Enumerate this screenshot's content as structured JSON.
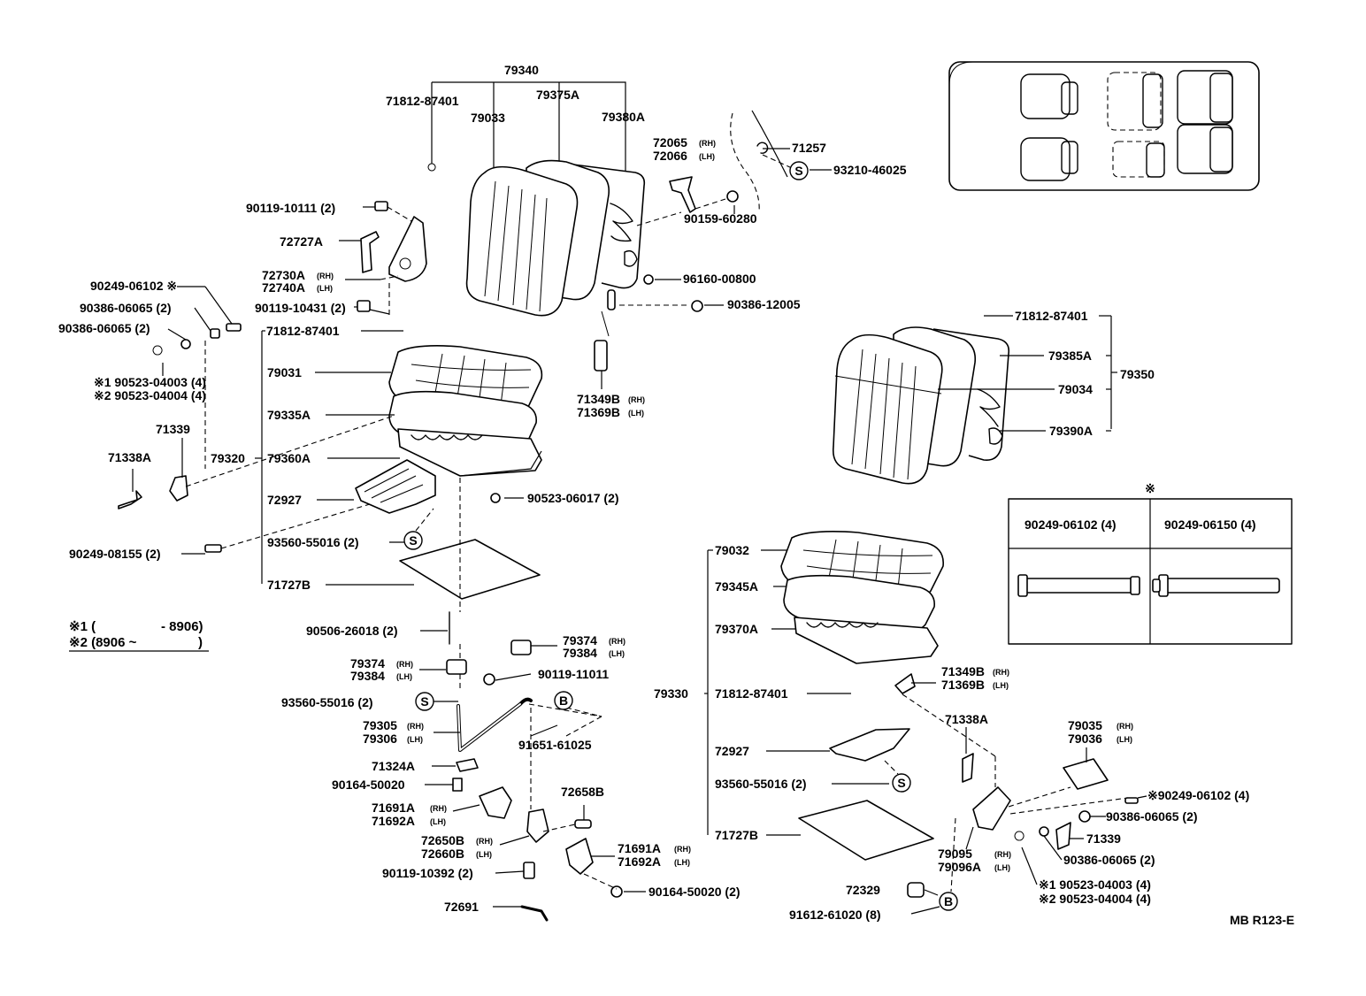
{
  "sheet_code": "MB R123-E",
  "note_mark": "※",
  "badges": {
    "s": "S",
    "b": "B"
  },
  "legend": {
    "row1": "※1 (",
    "row1_end": "- 8906)",
    "row2": "※2 (8906 ~",
    "row2_end": ")"
  },
  "bolt_table": {
    "col1": "90249-06102 (4)",
    "col2": "90249-06150 (4)"
  },
  "labels": {
    "p79340": "79340",
    "p71812_top": "71812-87401",
    "p79375A": "79375A",
    "p79033": "79033",
    "p79380A": "79380A",
    "p72065": "72065",
    "p72066": "72066",
    "p71257": "71257",
    "p93210": "93210-46025",
    "p90119_10111": "90119-10111 (2)",
    "p72727A": "72727A",
    "p90159": "90159-60280",
    "p72730A": "72730A",
    "p72740A": "72740A",
    "p90249_06102_l": "90249-06102 ※",
    "p96160": "96160-00800",
    "p90386_06065_a": "90386-06065 (2)",
    "p90119_10431": "90119-10431 (2)",
    "p90386_12005": "90386-12005",
    "p90386_06065_b": "90386-06065 (2)",
    "p71812_l": "71812-87401",
    "p71812_r": "71812-87401",
    "p79031": "79031",
    "p90523_03_l": "※1 90523-04003 (4)",
    "p90523_04_l": "※2 90523-04004 (4)",
    "p79385A": "79385A",
    "p79350": "79350",
    "p79034": "79034",
    "p71349B_t": "71349B",
    "p71369B_t": "71369B",
    "p79335A": "79335A",
    "p71339_l": "71339",
    "p79390A": "79390A",
    "p71338A_l": "71338A",
    "p79320": "79320",
    "p79360A": "79360A",
    "p90523_06017": "90523-06017 (2)",
    "p72927_l": "72927",
    "p90249_08155": "90249-08155 (2)",
    "p93560_l1": "93560-55016 (2)",
    "p79032": "79032",
    "p71727B_l": "71727B",
    "p79345A": "79345A",
    "p90506": "90506-26018 (2)",
    "p79370A": "79370A",
    "p79374_a": "79374",
    "p79384_a": "79384",
    "p79374_b": "79374",
    "p79384_b": "79384",
    "p71349B_b": "71349B",
    "p71369B_b": "71369B",
    "p90119_11011": "90119-11011",
    "p79330": "79330",
    "p71812_b": "71812-87401",
    "p93560_l2": "93560-55016 (2)",
    "p79305": "79305",
    "p79306": "79306",
    "p71338A_r": "71338A",
    "p91651": "91651-61025",
    "p79035": "79035",
    "p79036": "79036",
    "p71324A": "71324A",
    "p72927_r": "72927",
    "p90164_50020_a": "90164-50020",
    "p72658B": "72658B",
    "p93560_r": "93560-55016 (2)",
    "p90249_06102_r": "※90249-06102 (4)",
    "p71691A_a": "71691A",
    "p71692A_a": "71692A",
    "p90386_06065_c": "90386-06065 (2)",
    "p72650B": "72650B",
    "p72660B": "72660B",
    "p71691A_b": "71691A",
    "p71692A_b": "71692A",
    "p71727B_r": "71727B",
    "p71339_r": "71339",
    "p79095": "79095",
    "p79096A": "79096A",
    "p90386_06065_d": "90386-06065 (2)",
    "p90119_10392": "90119-10392 (2)",
    "p90164_50020_b": "90164-50020 (2)",
    "p72329": "72329",
    "p90523_03_r": "※1 90523-04003 (4)",
    "p90523_04_r": "※2 90523-04004 (4)",
    "p72691": "72691",
    "p91612": "91612-61020 (8)"
  },
  "side": {
    "rh": "(RH)",
    "lh": "(LH)"
  }
}
